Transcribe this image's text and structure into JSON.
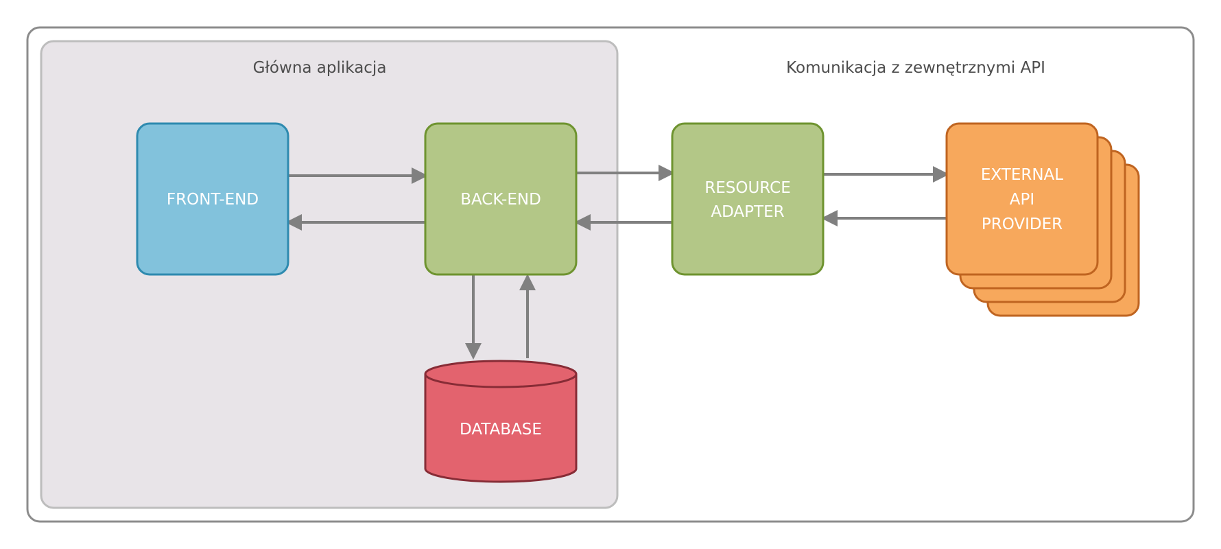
{
  "groups": {
    "main_app": {
      "title": "Główna aplikacja"
    },
    "external": {
      "title": "Komunikacja z zewnętrznymi API"
    }
  },
  "nodes": {
    "frontend": {
      "label": "FRONT-END"
    },
    "backend": {
      "label": "BACK-END"
    },
    "database": {
      "label": "DATABASE"
    },
    "adapter": {
      "line1": "RESOURCE",
      "line2": "ADAPTER"
    },
    "provider": {
      "line1": "EXTERNAL",
      "line2": "API",
      "line3": "PROVIDER"
    }
  },
  "colors": {
    "frontend_fill": "#82c2dc",
    "frontend_stroke": "#2e8aaf",
    "backend_fill": "#b3c787",
    "backend_stroke": "#6e932f",
    "database_fill": "#e3636e",
    "database_stroke": "#872c36",
    "provider_fill": "#f7a85c",
    "provider_stroke": "#bf6420",
    "main_group_fill": "#e8e4e8",
    "main_group_stroke": "#bdbdbd",
    "outer_stroke": "#8c8c8c",
    "arrow": "#808080"
  }
}
